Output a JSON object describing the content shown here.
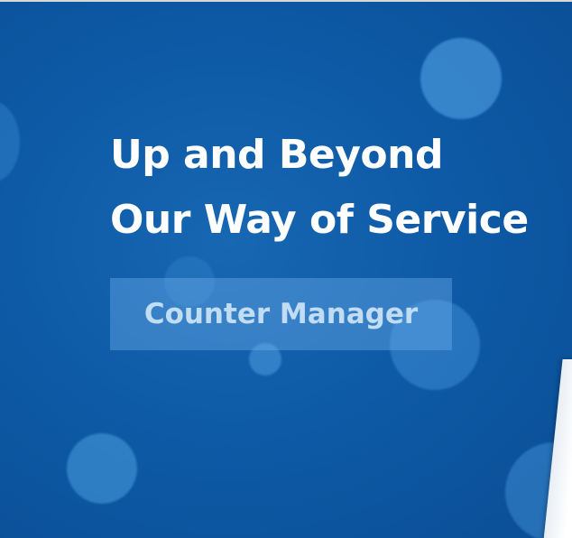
{
  "banner": {
    "headline_line1": "Up and Beyond",
    "headline_line2": "Our Way of Service",
    "cta_label": "Counter Manager"
  },
  "colors": {
    "background": "#0e5aa6",
    "headline_text": "#ffffff",
    "cta_background": "#6eafeb",
    "cta_text": "#c8e1f5"
  }
}
